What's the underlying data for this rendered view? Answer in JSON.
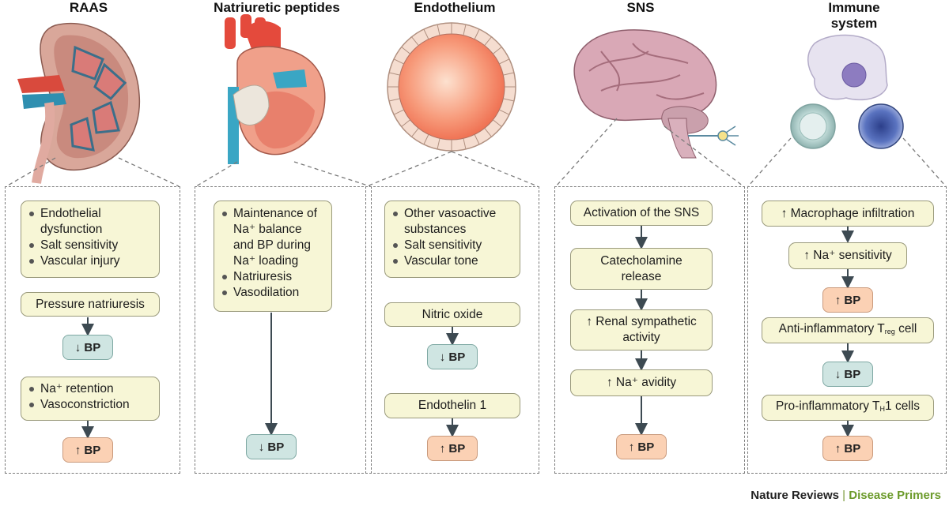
{
  "columns": [
    {
      "title": "RAAS"
    },
    {
      "title": "Natriuretic peptides"
    },
    {
      "title": "Endothelium"
    },
    {
      "title": "SNS"
    },
    {
      "title_line1": "Immune",
      "title_line2": "system"
    }
  ],
  "raas": {
    "box1": [
      "Endothelial dysfunction",
      "Salt sensitivity",
      "Vascular injury"
    ],
    "box2": "Pressure natriuresis",
    "bp1": "↓ BP",
    "box3": [
      "Na⁺ retention",
      "Vasoconstriction"
    ],
    "bp2": "↑ BP"
  },
  "natriuretic": {
    "box1": [
      "Maintenance of Na⁺ balance and BP during Na⁺ loading",
      "Natriuresis",
      "Vasodilation"
    ],
    "bp1": "↓ BP"
  },
  "endothelium": {
    "box1": [
      "Other vasoactive substances",
      "Salt sensitivity",
      "Vascular tone"
    ],
    "box2": "Nitric oxide",
    "bp1": "↓ BP",
    "box3": "Endothelin 1",
    "bp2": "↑ BP"
  },
  "sns": {
    "box1": "Activation of the SNS",
    "box2": "Catecholamine release",
    "box3": "↑ Renal sympathetic activity",
    "box4": "↑ Na⁺ avidity",
    "bp1": "↑ BP"
  },
  "immune": {
    "box1": "↑ Macrophage infiltration",
    "box2": "↑ Na⁺ sensitivity",
    "bp1": "↑ BP",
    "box3_pre": "Anti-inflammatory T",
    "box3_sub": "reg",
    "box3_post": " cell",
    "bp2": "↓ BP",
    "box4_pre": "Pro-inflammatory T",
    "box4_sub": "H",
    "box4_post": "1 cells",
    "bp3": "↑ BP"
  },
  "footer": {
    "journal": "Nature Reviews",
    "separator": " | ",
    "series": "Disease Primers"
  },
  "colors": {
    "box_fill": "#f7f6d6",
    "bp_down": "#cfe5e2",
    "bp_up": "#fbd1b4",
    "footer_accent": "#6b9a2a"
  }
}
